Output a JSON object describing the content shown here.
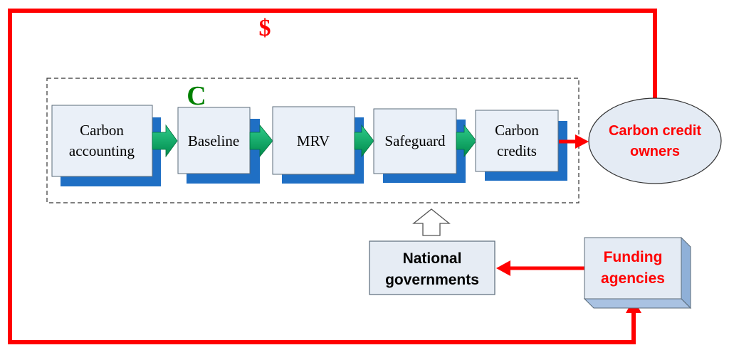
{
  "diagram": {
    "currency_symbol": "$",
    "carbon_symbol": "C",
    "process_steps": [
      {
        "line1": "Carbon",
        "line2": "accounting"
      },
      {
        "line1": "Baseline",
        "line2": ""
      },
      {
        "line1": "MRV",
        "line2": ""
      },
      {
        "line1": "Safeguard",
        "line2": ""
      },
      {
        "line1": "Carbon",
        "line2": "credits"
      }
    ],
    "owners": {
      "line1": "Carbon credit",
      "line2": "owners"
    },
    "governments": {
      "line1": "National",
      "line2": "governments"
    },
    "funding": {
      "line1": "Funding",
      "line2": "agencies"
    }
  },
  "colors": {
    "money_flow": "#ff0000",
    "carbon_symbol": "#008000",
    "step_arrow": "#00a060",
    "box_fill": "#eaf0f8",
    "box_shadow": "#1f6fc4",
    "ellipse_fill": "#e4ebf4"
  }
}
